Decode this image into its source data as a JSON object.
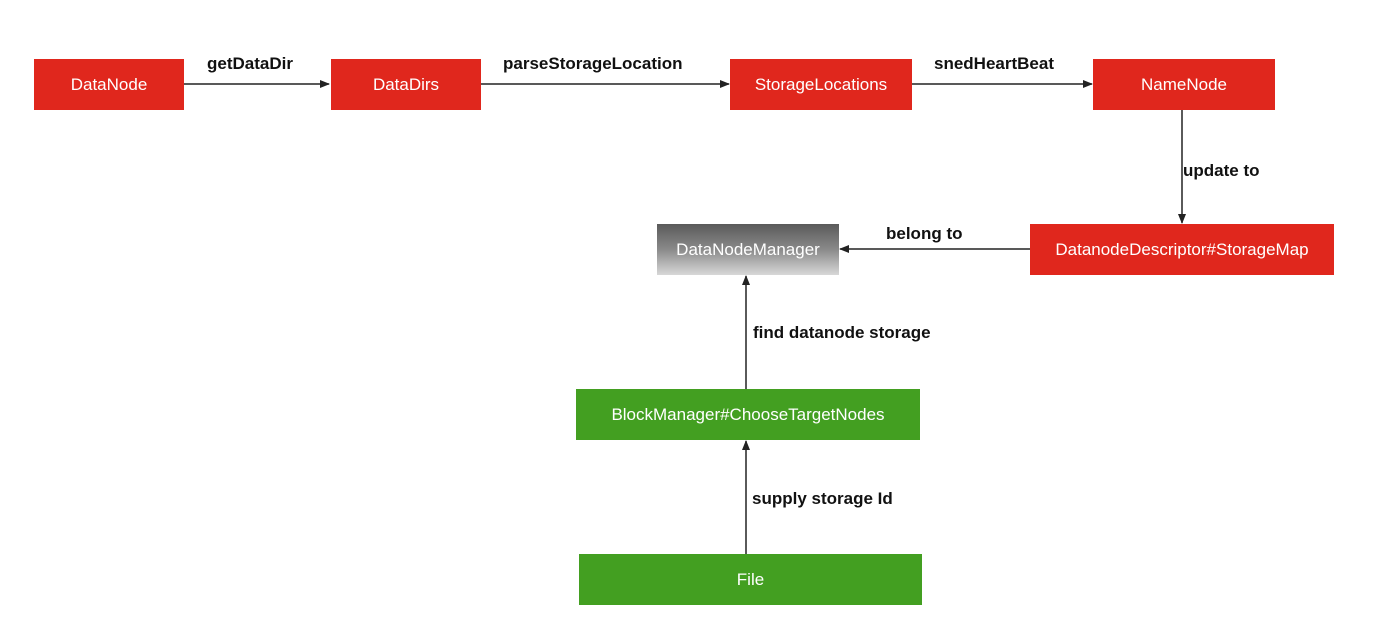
{
  "colors": {
    "node_red": "#e0271d",
    "node_green": "#439f21",
    "node_gray_top": "#5a5a5a",
    "node_gray_bottom": "#d8d8d8",
    "edge": "#222222"
  },
  "nodes": {
    "datanode": "DataNode",
    "datadirs": "DataDirs",
    "storage_locations": "StorageLocations",
    "namenode": "NameNode",
    "datanode_descriptor": "DatanodeDescriptor#StorageMap",
    "datanode_manager": "DataNodeManager",
    "block_manager": "BlockManager#ChooseTargetNodes",
    "file": "File"
  },
  "edges": {
    "get_data_dir": "getDataDir",
    "parse_storage_location": "parseStorageLocation",
    "sned_heart_beat": "snedHeartBeat",
    "update_to": "update to",
    "belong_to": "belong to",
    "find_datanode_storage": "find datanode storage",
    "supply_storage_id": "supply storage Id"
  }
}
